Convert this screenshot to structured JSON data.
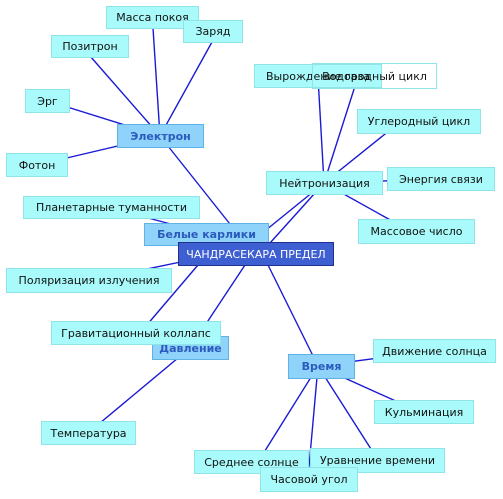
{
  "diagram": {
    "center": "ЧАНДРАСЕКАРА ПРЕДЕЛ",
    "hubs": {
      "electron": "Электрон",
      "white_dwarfs": "Белые карлики",
      "neutronization": "Нейтронизация",
      "pressure": "Давление",
      "time": "Время"
    },
    "leaves": {
      "rest_mass": "Масса покоя",
      "charge": "Заряд",
      "positron": "Позитрон",
      "erg": "Эрг",
      "photon": "Фотон",
      "degeneration": "Вырождение газа",
      "hydrogen_cycle": "Водородный цикл",
      "carbon_cycle": "Углеродный цикл",
      "binding_energy": "Энергия связи",
      "mass_number": "Массовое число",
      "planetary_nebulae": "Планетарные туманности",
      "radiation_polarization": "Поляризация излучения",
      "gravitational_collapse": "Гравитационный коллапс",
      "temperature": "Температура",
      "sun_motion": "Движение солнца",
      "culmination": "Кульминация",
      "equation_of_time": "Уравнение времени",
      "mean_sun": "Среднее солнце",
      "hour_angle": "Часовой угол"
    }
  },
  "colors": {
    "edge": "#1a1ad6",
    "leaf_fill": "#a9fbfb",
    "hub_fill": "#8fd3fb",
    "hub_text": "#2b5bbd",
    "center_fill": "#3e5fd2"
  }
}
